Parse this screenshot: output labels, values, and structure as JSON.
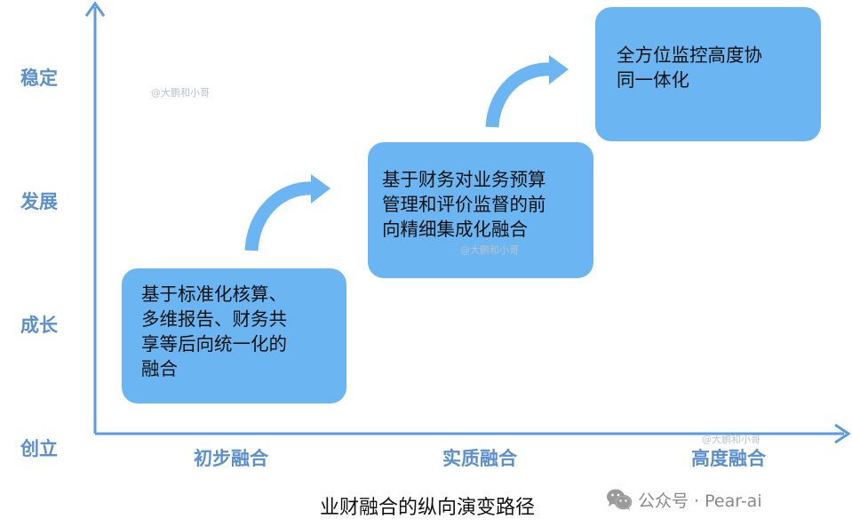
{
  "y_levels": [
    "稳定",
    "发展",
    "成长",
    "创立"
  ],
  "x_stages": [
    "初步融合",
    "实质融合",
    "高度融合"
  ],
  "boxes": [
    {
      "lines": [
        "基于标准化核算、",
        "多维报告、财务共",
        "享等后向统一化的",
        "融合"
      ]
    },
    {
      "lines": [
        "基于财务对业务预算",
        "管理和评价监督的前",
        "向精细集成化融合"
      ]
    },
    {
      "lines": [
        "全方位监控高度协",
        "同一体化"
      ]
    }
  ],
  "watermarks": [
    "@大鹏和小哥",
    "@大鹏和小哥",
    "@大鹏和小哥"
  ],
  "caption": "业财融合的纵向演变路径",
  "wechat": {
    "label": "公众号 · Pear-ai",
    "icon": "wechat-icon"
  },
  "colors": {
    "axis": "#5b9be0",
    "box": "#6bb5f2",
    "arrow": "#6bb5f2",
    "label": "#5b8fd0"
  }
}
